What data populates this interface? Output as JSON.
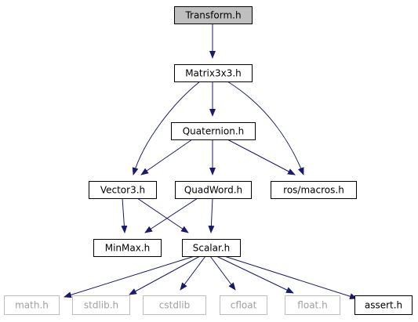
{
  "graph": {
    "colors": {
      "edge": "#191970",
      "node_border": "#000000",
      "system_border": "#bfbfbf",
      "system_text": "#a0a0a0",
      "root_fill": "#bfbfbf",
      "node_fill": "#ffffff"
    },
    "nodes": [
      {
        "id": "transform",
        "label": "Transform.h",
        "kind": "root"
      },
      {
        "id": "matrix",
        "label": "Matrix3x3.h",
        "kind": "local"
      },
      {
        "id": "quaternion",
        "label": "Quaternion.h",
        "kind": "local"
      },
      {
        "id": "vector3",
        "label": "Vector3.h",
        "kind": "local"
      },
      {
        "id": "quadword",
        "label": "QuadWord.h",
        "kind": "local"
      },
      {
        "id": "rosmacros",
        "label": "ros/macros.h",
        "kind": "local"
      },
      {
        "id": "minmax",
        "label": "MinMax.h",
        "kind": "local"
      },
      {
        "id": "scalar",
        "label": "Scalar.h",
        "kind": "local"
      },
      {
        "id": "math",
        "label": "math.h",
        "kind": "system"
      },
      {
        "id": "stdlib",
        "label": "stdlib.h",
        "kind": "system"
      },
      {
        "id": "cstdlib",
        "label": "cstdlib",
        "kind": "system"
      },
      {
        "id": "cfloat",
        "label": "cfloat",
        "kind": "system"
      },
      {
        "id": "float",
        "label": "float.h",
        "kind": "system"
      },
      {
        "id": "assert",
        "label": "assert.h",
        "kind": "local"
      }
    ],
    "edges": [
      {
        "from": "transform",
        "to": "matrix"
      },
      {
        "from": "matrix",
        "to": "quaternion"
      },
      {
        "from": "matrix",
        "to": "vector3"
      },
      {
        "from": "matrix",
        "to": "rosmacros"
      },
      {
        "from": "quaternion",
        "to": "vector3"
      },
      {
        "from": "quaternion",
        "to": "quadword"
      },
      {
        "from": "quaternion",
        "to": "rosmacros"
      },
      {
        "from": "vector3",
        "to": "minmax"
      },
      {
        "from": "vector3",
        "to": "scalar"
      },
      {
        "from": "quadword",
        "to": "minmax"
      },
      {
        "from": "quadword",
        "to": "scalar"
      },
      {
        "from": "scalar",
        "to": "math"
      },
      {
        "from": "scalar",
        "to": "stdlib"
      },
      {
        "from": "scalar",
        "to": "cstdlib"
      },
      {
        "from": "scalar",
        "to": "cfloat"
      },
      {
        "from": "scalar",
        "to": "float"
      },
      {
        "from": "scalar",
        "to": "assert"
      }
    ]
  }
}
